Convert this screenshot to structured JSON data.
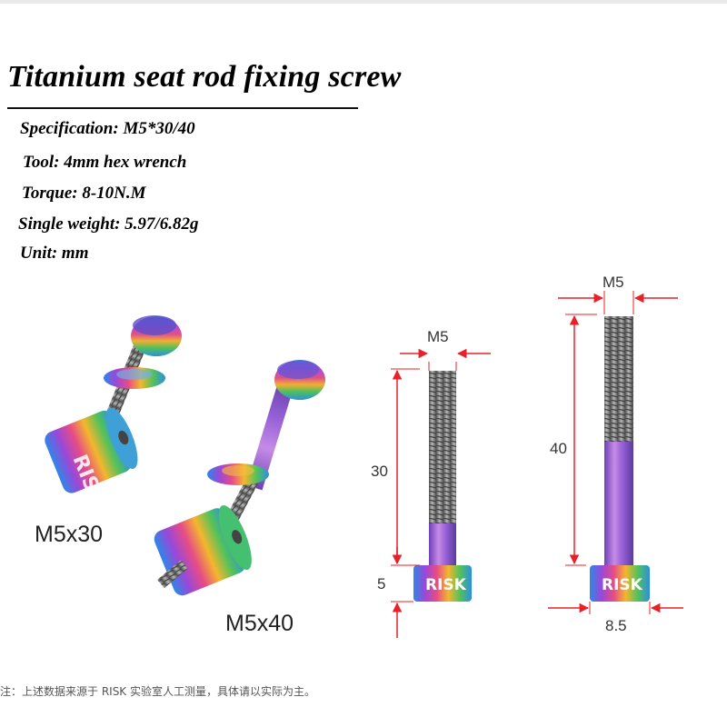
{
  "title": "Titanium seat rod fixing screw",
  "specs": {
    "specification": "Specification: M5*30/40",
    "tool": "Tool: 4mm hex wrench",
    "torque": "Torque: 8-10N.M",
    "weight": "Single weight: 5.97/6.82g",
    "unit": "Unit: mm"
  },
  "product_labels": {
    "short": "M5x30",
    "long": "M5x40"
  },
  "brand_mark": "RISK",
  "dimensions": {
    "screw30": {
      "thread": "M5",
      "length": "30",
      "head": "5"
    },
    "screw40": {
      "thread": "M5",
      "length": "40",
      "head_width": "8.5"
    }
  },
  "footnote": "注：上述数据来源于 RISK 实验室人工测量，具体请以实际为主。",
  "colors": {
    "dimension_red": "#e8202a",
    "text": "#000000"
  }
}
